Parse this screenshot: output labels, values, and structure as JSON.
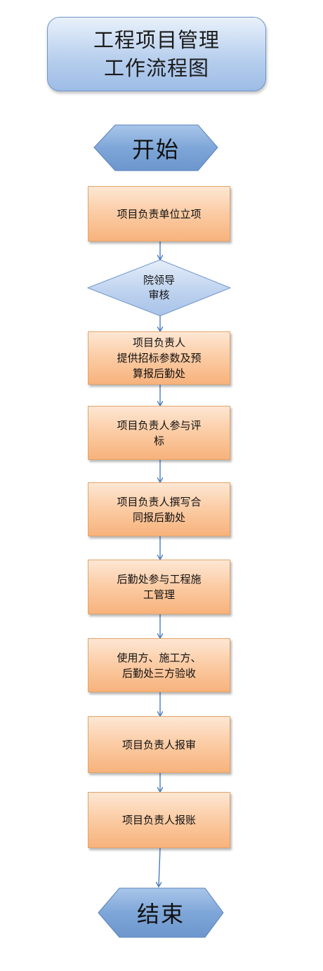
{
  "title": {
    "line1": "工程项目管理",
    "line2": "工作流程图"
  },
  "start": "开始",
  "decision": {
    "line1": "院领导",
    "line2": "审核"
  },
  "steps": [
    {
      "text": "项目负责单位立项"
    },
    {
      "text": "项目负责人\n提供招标参数及预\n算报后勤处"
    },
    {
      "text": "项目负责人参与评\n标"
    },
    {
      "text": "项目负责人撰写合\n同报后勤处"
    },
    {
      "text": "后勤处参与工程施\n工管理"
    },
    {
      "text": "使用方、施工方、\n后勤处三方验收"
    },
    {
      "text": "项目负责人报审"
    },
    {
      "text": "项目负责人报账"
    }
  ],
  "end": "结束",
  "colors": {
    "title_fill": "#b9d0ee",
    "hexagon_fill": "#7ea6d8",
    "step_fill": "#fbcba3",
    "connector": "#4a7bbd"
  }
}
